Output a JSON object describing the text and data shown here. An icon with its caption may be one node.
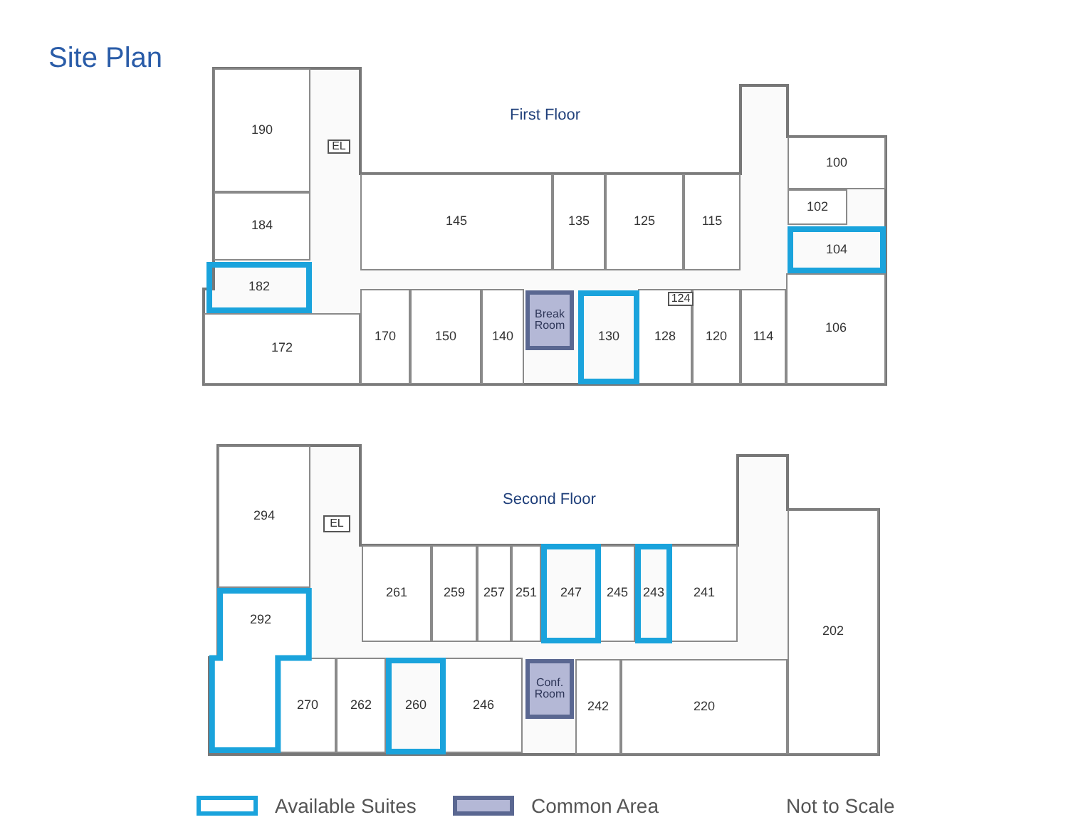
{
  "diagram": {
    "title": "Site Plan",
    "nodes": [
      {
        "text": [
          "First Floor"
        ]
      },
      {
        "text": [
          "190"
        ],
        "in": 0
      },
      {
        "text": [
          "EL"
        ],
        "in": 0
      },
      {
        "text": [
          "100"
        ],
        "in": 0
      },
      {
        "text": [
          "145"
        ],
        "in": 0
      },
      {
        "text": [
          "135"
        ],
        "in": 0
      },
      {
        "text": [
          "125"
        ],
        "in": 0
      },
      {
        "text": [
          "115"
        ],
        "in": 0
      },
      {
        "text": [
          "102"
        ],
        "in": 0
      },
      {
        "text": [
          "184"
        ],
        "in": 0
      },
      {
        "text": [
          "104"
        ],
        "in": 0
      },
      {
        "text": [
          "182"
        ],
        "in": 0
      },
      {
        "text": [
          "Break Room"
        ],
        "in": 0
      },
      {
        "text": [
          "172"
        ],
        "in": 0
      },
      {
        "text": [
          "170"
        ],
        "in": 0
      },
      {
        "text": [
          "150"
        ],
        "in": 0
      },
      {
        "text": [
          "140"
        ],
        "in": 0
      },
      {
        "text": [
          "130"
        ],
        "in": 0
      },
      {
        "text": [
          "128"
        ],
        "in": 0
      },
      {
        "text": [
          "124"
        ],
        "in": 18
      },
      {
        "text": [
          "120"
        ],
        "in": 0
      },
      {
        "text": [
          "114"
        ],
        "in": 0
      },
      {
        "text": [
          "106"
        ],
        "in": 0
      },
      {
        "text": [
          "Second Floor"
        ]
      },
      {
        "text": [
          "294"
        ],
        "in": 23
      },
      {
        "text": [
          "EL"
        ],
        "in": 23
      },
      {
        "text": [
          "202"
        ],
        "in": 23
      },
      {
        "text": [
          "261"
        ],
        "in": 23
      },
      {
        "text": [
          "259"
        ],
        "in": 23
      },
      {
        "text": [
          "257"
        ],
        "in": 23
      },
      {
        "text": [
          "251"
        ],
        "in": 23
      },
      {
        "text": [
          "247"
        ],
        "in": 23
      },
      {
        "text": [
          "245"
        ],
        "in": 23
      },
      {
        "text": [
          "243"
        ],
        "in": 23
      },
      {
        "text": [
          "241"
        ],
        "in": 23
      },
      {
        "text": [
          "292"
        ],
        "in": 23
      },
      {
        "text": [
          "270"
        ],
        "in": 23
      },
      {
        "text": [
          "262"
        ],
        "in": 23
      },
      {
        "text": [
          "260"
        ],
        "in": 23
      },
      {
        "text": [
          "246"
        ],
        "in": 23
      },
      {
        "text": [
          "Conf. Room"
        ],
        "in": 23
      },
      {
        "text": [
          "242"
        ],
        "in": 23
      },
      {
        "text": [
          "220"
        ],
        "in": 23
      }
    ],
    "labels": [
      "Not to Scale"
    ],
    "legend": [
      {
        "text": "Available Suites"
      },
      {
        "text": "Common Area",
        "color": "#b4b8d6"
      }
    ]
  }
}
